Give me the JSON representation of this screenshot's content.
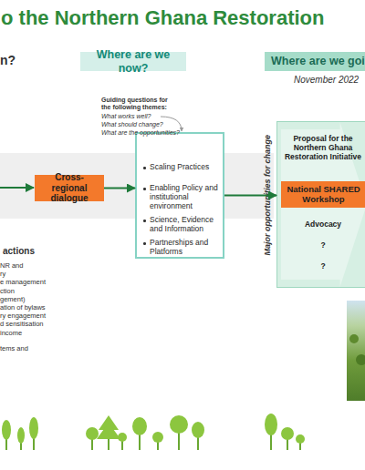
{
  "diagram": {
    "title": "o the Northern Ghana Restoration",
    "nodes": [
      {
        "text": [
          "Where are we now?"
        ]
      },
      {
        "text": [
          "Where are we goi"
        ]
      },
      {
        "text": [
          "Cross-regional dialogue"
        ]
      },
      {
        "text": [
          "Scaling Practices",
          "Enabling Policy and institutional environment",
          "Science, Evidence and Information",
          "Partnerships and Platforms"
        ]
      },
      {
        "text": [
          "Proposal for the Northern Ghana Restoration Initiative",
          "Advocacy",
          "?",
          "?"
        ]
      },
      {
        "text": [
          "National SHARED Workshop"
        ],
        "in": 4
      }
    ],
    "edges": [
      {
        "from": 2,
        "to": 3,
        "arrow": "to"
      },
      {
        "from": 3,
        "to": 4,
        "arrow": "to"
      }
    ],
    "labels": [
      "n?",
      "November 2022",
      "Guiding questions for the following themes:",
      "What works well?",
      "What should change?",
      "What are the opportunities?",
      "Major opportunities for change",
      "actions",
      "NR and",
      "ry",
      "e management",
      "ction",
      "gement)",
      "ation of bylaws",
      "ry engagement",
      "d sensitisation",
      "income",
      "tems and"
    ]
  }
}
